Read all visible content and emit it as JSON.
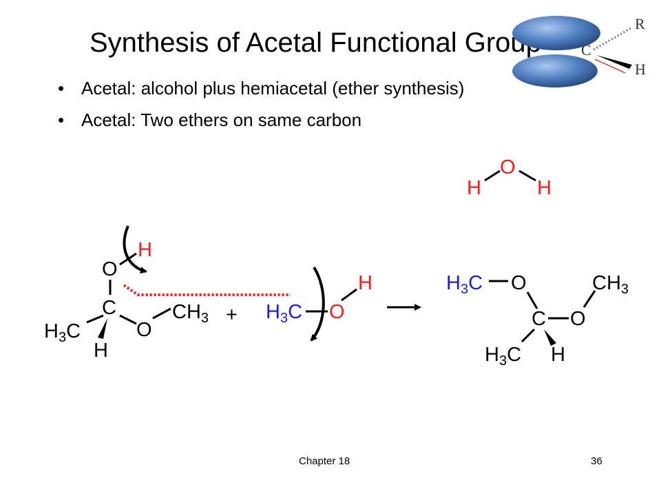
{
  "slide": {
    "title": "Synthesis of Acetal Functional Group",
    "bullets": [
      "Acetal: alcohol plus hemiacetal (ether synthesis)",
      "Acetal: Two ethers on same carbon"
    ],
    "footer_chapter": "Chapter 18",
    "footer_page": "36"
  },
  "diagram": {
    "logo_labels": {
      "r": "R",
      "c": "C",
      "h": "H"
    },
    "water": {
      "o": "O",
      "h_left": "H",
      "h_right": "H"
    },
    "hemiacetal": {
      "h_top": "H",
      "o_top": "O",
      "c": "C",
      "ch3": "CH",
      "ch3_sub": "3",
      "o_ring": "O",
      "h3c": "H",
      "h3c_sub": "3",
      "h3c_c": "C",
      "h_bottom": "H"
    },
    "plus": "+",
    "methanol": {
      "h": "H",
      "o": "O",
      "h3c": "H",
      "h3c_sub": "3",
      "h3c_c": "C"
    },
    "acetal": {
      "h3c_left": "H",
      "h3c_left_sub": "3",
      "h3c_left_c": "C",
      "o_left": "O",
      "ch3": "CH",
      "ch3_sub": "3",
      "c": "C",
      "o_right": "O",
      "h3c_bottom": "H",
      "h3c_bottom_sub": "3",
      "h3c_bottom_c": "C",
      "h": "H"
    },
    "colors": {
      "red": "#ff1a1a",
      "blue": "#1a1aff",
      "black": "#000000",
      "lobe": "#4f7fc0"
    }
  }
}
